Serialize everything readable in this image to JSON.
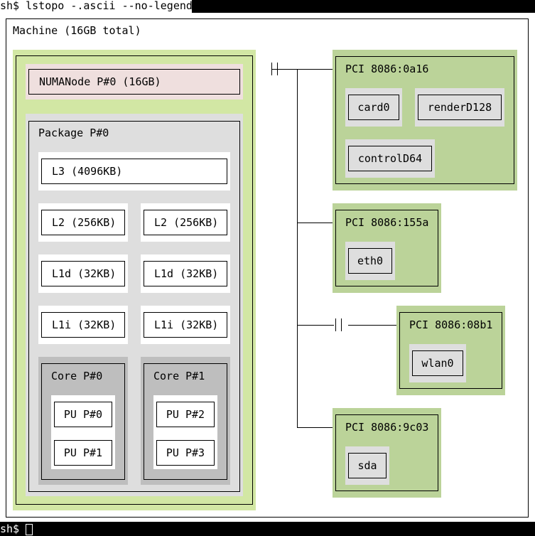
{
  "terminal": {
    "command_line": "sh$ lstopo -.ascii --no-legend",
    "prompt": "sh$ "
  },
  "machine": {
    "label": "Machine (16GB total)",
    "numa": {
      "label": "NUMANode P#0 (16GB)"
    },
    "package": {
      "label": "Package P#0",
      "l3": "L3 (4096KB)",
      "l2": [
        "L2 (256KB)",
        "L2 (256KB)"
      ],
      "l1d": [
        "L1d (32KB)",
        "L1d (32KB)"
      ],
      "l1i": [
        "L1i (32KB)",
        "L1i (32KB)"
      ],
      "cores": [
        {
          "label": "Core P#0",
          "pus": [
            "PU P#0",
            "PU P#1"
          ]
        },
        {
          "label": "Core P#1",
          "pus": [
            "PU P#2",
            "PU P#3"
          ]
        }
      ]
    },
    "pci": [
      {
        "label": "PCI 8086:0a16",
        "devices": [
          "card0",
          "renderD128",
          "controlD64"
        ]
      },
      {
        "label": "PCI 8086:155a",
        "devices": [
          "eth0"
        ]
      },
      {
        "label": "PCI 8086:08b1",
        "devices": [
          "wlan0"
        ]
      },
      {
        "label": "PCI 8086:9c03",
        "devices": [
          "sda"
        ]
      }
    ]
  },
  "colors": {
    "terminal_bg": "#000000",
    "canvas_bg": "#ffffff",
    "group_green": "#d2e7a4",
    "pci_green": "#bbd399",
    "numa_pink": "#efdfde",
    "package_gray": "#dedede",
    "core_gray": "#bebebe",
    "device_gray": "#dedede",
    "cache_white": "#ffffff"
  }
}
